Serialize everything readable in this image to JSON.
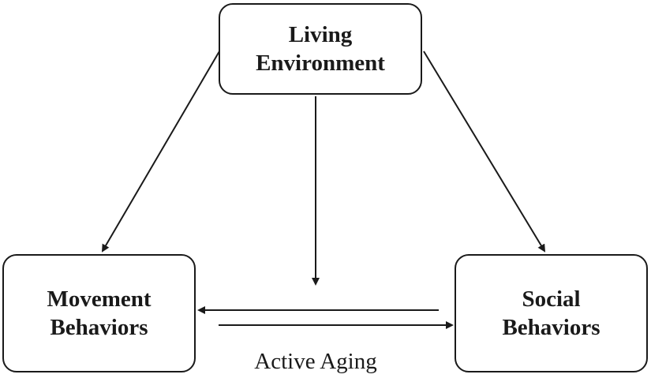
{
  "diagram": {
    "nodes": {
      "living_environment": {
        "line1": "Living",
        "line2": "Environment"
      },
      "movement_behaviors": {
        "line1": "Movement",
        "line2": "Behaviors"
      },
      "social_behaviors": {
        "line1": "Social",
        "line2": "Behaviors"
      }
    },
    "caption": "Active Aging",
    "edges": [
      {
        "from": "Living Environment",
        "to": "Movement Behaviors"
      },
      {
        "from": "Living Environment",
        "to": "Social Behaviors"
      },
      {
        "from": "Living Environment",
        "to": "Movement Behaviors ↔ Social Behaviors (moderating path)"
      },
      {
        "from": "Social Behaviors",
        "to": "Movement Behaviors"
      },
      {
        "from": "Movement Behaviors",
        "to": "Social Behaviors"
      }
    ],
    "colors": {
      "stroke": "#1a1a1a",
      "background": "#ffffff"
    }
  }
}
